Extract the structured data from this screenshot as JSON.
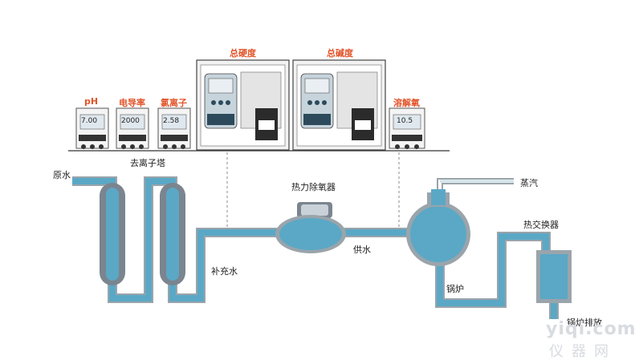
{
  "instruments": {
    "ph": {
      "label": "pH",
      "reading": "7.00"
    },
    "conductivity": {
      "label": "电导率",
      "reading": "2000"
    },
    "chlorine": {
      "label": "氯离子",
      "reading": "2.58"
    },
    "hardness": {
      "label": "总硬度"
    },
    "alkalinity": {
      "label": "总碱度"
    },
    "dissolved_oxygen": {
      "label": "溶解氧",
      "reading": "10.5"
    }
  },
  "process": {
    "raw_water": "原水",
    "deionization_tower": "去离子塔",
    "makeup_water": "补充水",
    "deaerator": "热力除氧器",
    "feed_water": "供水",
    "steam": "蒸汽",
    "boiler": "锅炉",
    "heat_exchanger": "热交换器",
    "blowdown": "锅炉排放"
  },
  "watermark": {
    "line1": "yiqi.com",
    "line2": "仪器网"
  },
  "colors": {
    "pipe": "#5aa8c6",
    "pipe_border": "#9aa4ab",
    "vessel": "#6d7a85",
    "label_accent": "#e2542a",
    "cabinet": "#f2f2f2"
  }
}
